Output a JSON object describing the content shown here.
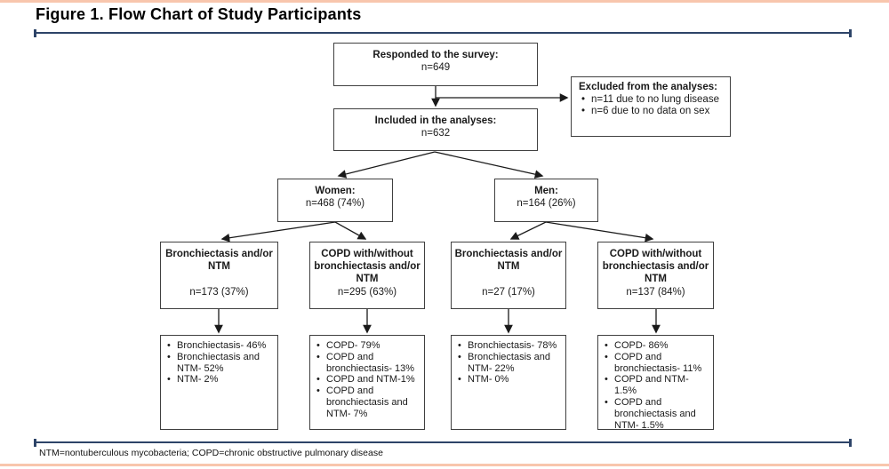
{
  "page": {
    "title": "Figure 1. Flow Chart of Study Participants",
    "footnote": "NTM=nontuberculous mycobacteria; COPD=chronic obstructive pulmonary disease"
  },
  "colors": {
    "rule_navy": "#2d4468",
    "page_edge_salmon": "#f8c6ad",
    "box_border": "#404040",
    "connector_line": "#1a1a1a"
  },
  "flow": {
    "responded": {
      "title": "Responded to the survey:",
      "value": "n=649"
    },
    "excluded": {
      "title": "Excluded from the analyses:",
      "bullets": [
        "n=11 due to no lung disease",
        "n=6 due to no data on sex"
      ]
    },
    "included": {
      "title": "Included in the analyses:",
      "value": "n=632"
    },
    "women": {
      "title": "Women:",
      "value": "n=468 (74%)"
    },
    "men": {
      "title": "Men:",
      "value": "n=164 (26%)"
    },
    "groups": [
      {
        "title": "Bronchiectasis and/or NTM",
        "value": "n=173 (37%)",
        "breakdown": [
          "Bronchiectasis- 46%",
          "Bronchiectasis and NTM- 52%",
          "NTM- 2%"
        ]
      },
      {
        "title": "COPD with/without bronchiectasis and/or NTM",
        "value": "n=295 (63%)",
        "breakdown": [
          "COPD- 79%",
          "COPD and bronchiectasis- 13%",
          "COPD and NTM-1%",
          "COPD and bronchiectasis and NTM- 7%"
        ]
      },
      {
        "title": "Bronchiectasis and/or NTM",
        "value": "n=27 (17%)",
        "breakdown": [
          "Bronchiectasis- 78%",
          "Bronchiectasis and NTM- 22%",
          "NTM- 0%"
        ]
      },
      {
        "title": "COPD with/without bronchiectasis and/or NTM",
        "value": "n=137 (84%)",
        "breakdown": [
          "COPD- 86%",
          "COPD and bronchiectasis- 11%",
          "COPD and NTM- 1.5%",
          "COPD and bronchiectasis and NTM- 1.5%"
        ]
      }
    ]
  }
}
